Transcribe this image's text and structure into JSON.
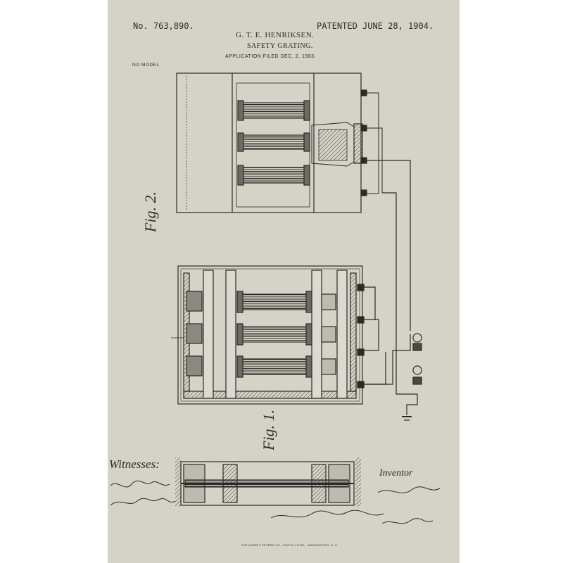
{
  "patent": {
    "number": "No. 763,890.",
    "date": "PATENTED JUNE 28, 1904.",
    "inventor": "G. T. E. HENRIKSEN.",
    "title": "SAFETY GRATING.",
    "filed": "APPLICATION FILED DEC. 2, 1903.",
    "model": "NO MODEL."
  },
  "figures": {
    "fig2_label": "Fig. 2.",
    "fig1_label": "Fig. 1."
  },
  "signatures": {
    "witnesses_label": "Witnesses:",
    "inventor_label": "Inventor"
  },
  "footer": {
    "printer": "THE NORRIS PETERS CO., PHOTO-LITHO., WASHINGTON, D. C."
  },
  "colors": {
    "paper": "#d5d3c7",
    "ink": "#2b2a27",
    "page_background": "#ffffff"
  }
}
